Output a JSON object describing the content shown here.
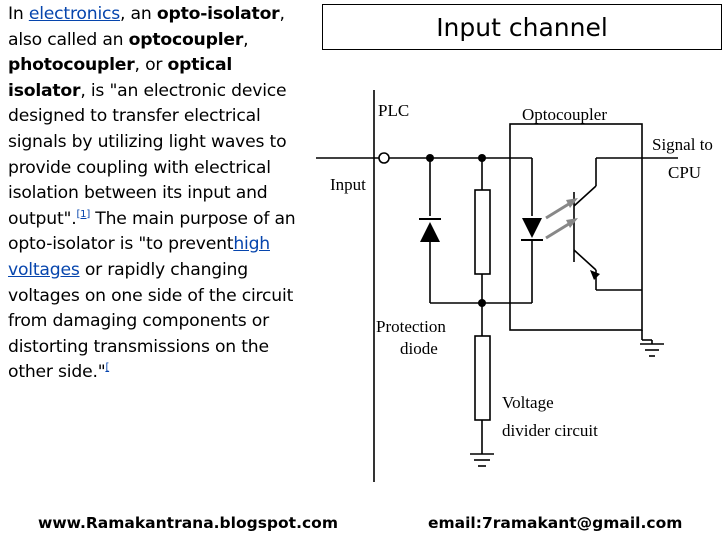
{
  "left_text": {
    "p1": "In ",
    "link_electronics": "electronics",
    "p2": ", an ",
    "b_opto_isolator": "opto-isolator",
    "p3": ", also called an ",
    "b_optocoupler": "optocoupler",
    "p4": ", ",
    "b_photocoupler": "photocoupler",
    "p5": ", or ",
    "b_optical_isolator": "optical isolator",
    "p6": ", is \"an electronic device designed to transfer electrical signals by utilizing light waves to provide coupling with electrical isolation between its input and output\".",
    "sup_ref1": "[1]",
    "p7": " The main purpose of an opto-isolator is \"to prevent",
    "link_high_voltages": "high voltages",
    "p8": " or rapidly changing voltages on one side of the circuit from damaging components or distorting transmissions on the other side.\"",
    "sup_ref2": "["
  },
  "title": "Input channel",
  "diagram": {
    "plc": "PLC",
    "optocoupler": "Optocoupler",
    "signal_to": "Signal to",
    "cpu": "CPU",
    "input": "Input",
    "protection": "Protection",
    "diode": "diode",
    "voltage": "Voltage",
    "divider_circuit": "divider circuit"
  },
  "footer": {
    "website": "www.Ramakantrana.blogspot.com",
    "email": "email:7ramakant@gmail.com"
  }
}
